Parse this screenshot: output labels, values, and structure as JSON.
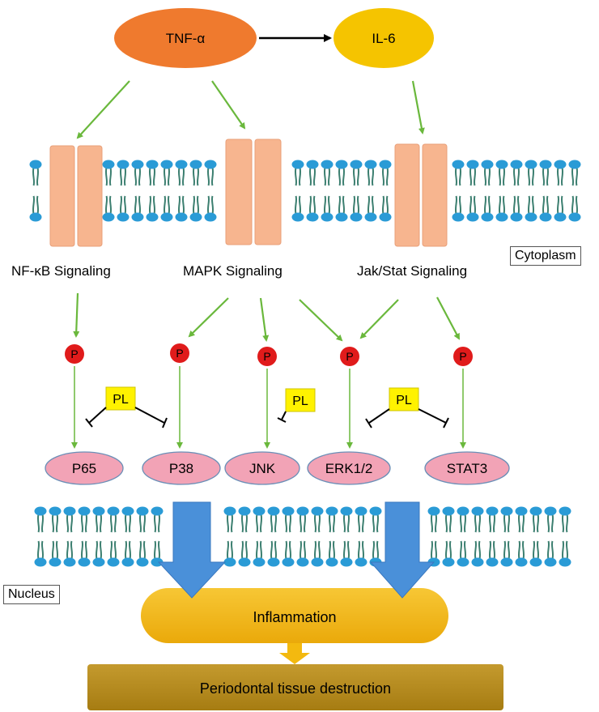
{
  "cytokines": {
    "tnf": "TNF-α",
    "il6": "IL-6"
  },
  "pathways": {
    "nfkb": "NF-κB Signaling",
    "mapk": "MAPK Signaling",
    "jakstat": "Jak/Stat Signaling"
  },
  "compartments": {
    "cytoplasm": "Cytoplasm",
    "nucleus": "Nucleus"
  },
  "phospho_label": "P",
  "inhibitor_label": "PL",
  "proteins": [
    "P65",
    "P38",
    "JNK",
    "ERK1/2",
    "STAT3"
  ],
  "outcomes": {
    "inflammation": "Inflammation",
    "destruction": "Periodontal tissue destruction"
  },
  "colors": {
    "tnf": "#ef7a2e",
    "il6": "#f5c400",
    "receptor": "#f7b58f",
    "receptor_stroke": "#e8a07a",
    "lipid_head": "#2a9bd6",
    "lipid_tail": "#3c7f70",
    "arrow": "#6ab83c",
    "phospho": "#e01b1b",
    "inhibitor": "#fff200",
    "protein": "#f2a3b6",
    "nuclear_arrow": "#4a90d9",
    "inflammation": "#f3b90f",
    "destruction": "#b68a1b"
  }
}
